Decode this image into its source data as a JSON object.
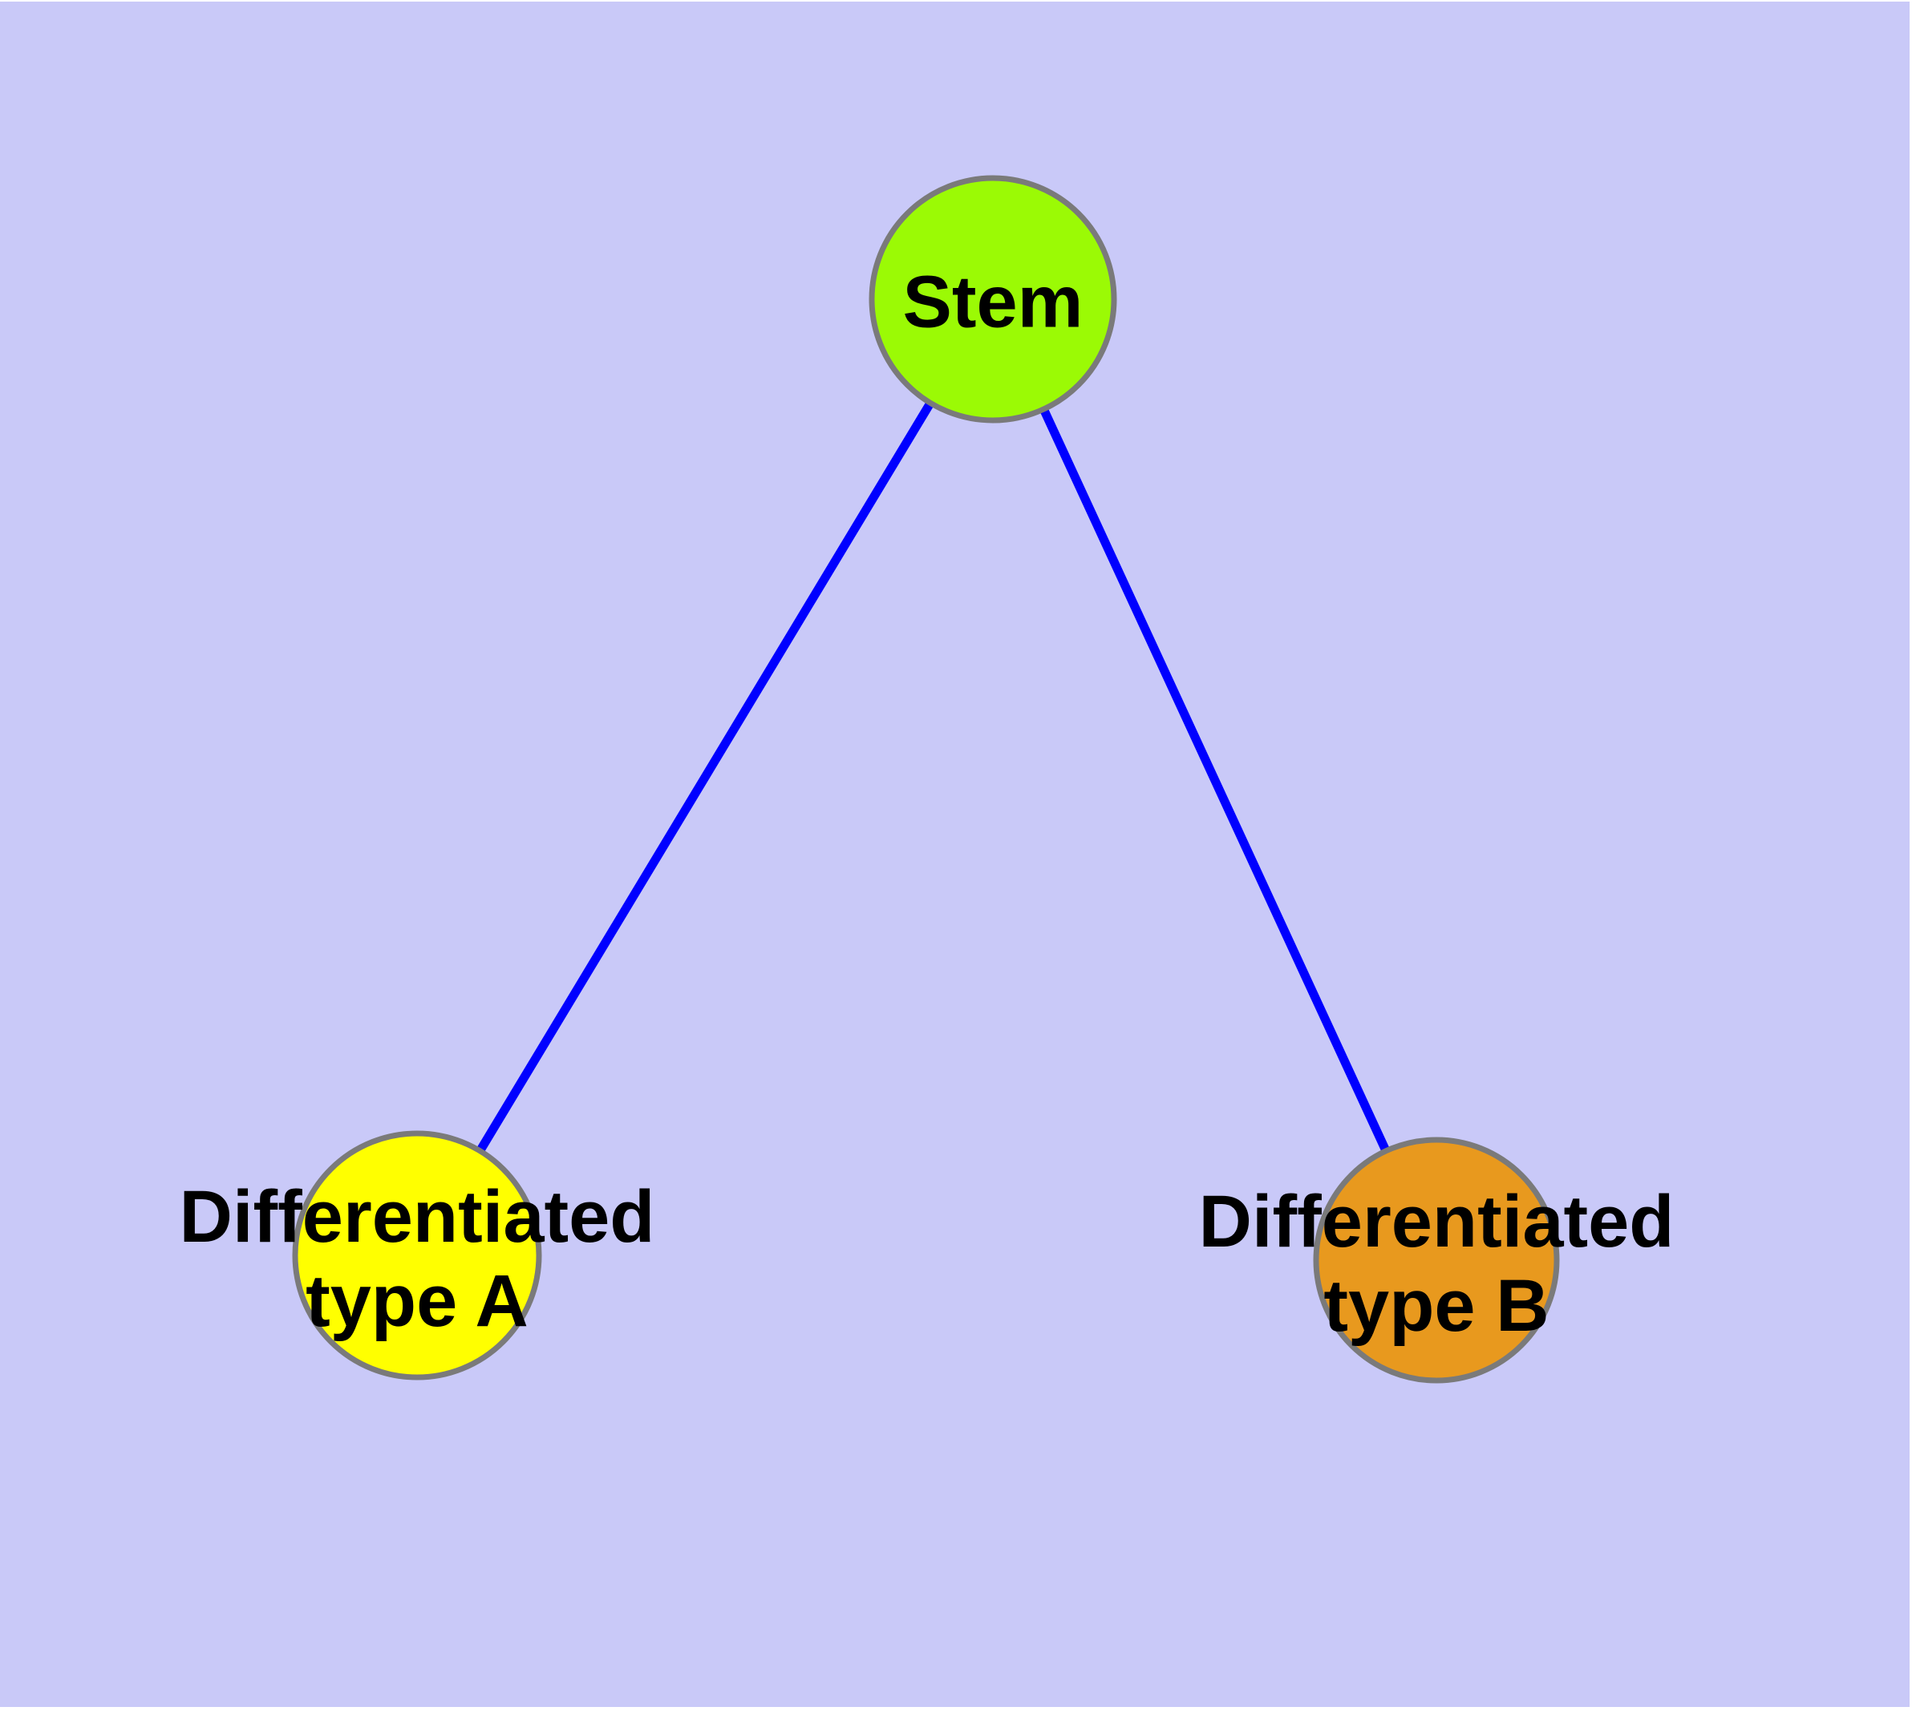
{
  "canvas": {
    "background": "#FFFFFF",
    "panel_background": "#C9C9F8"
  },
  "graph": {
    "type": "tree-diagram",
    "edge_color": "#0000FF",
    "node_border_color": "#7A7A7A",
    "label_color": "#000000",
    "nodes": [
      {
        "id": "stem",
        "label": "Stem",
        "color": "#9BFA05"
      },
      {
        "id": "type-a",
        "label": "Differentiated\ntype A",
        "color": "#FFFF00"
      },
      {
        "id": "type-b",
        "label": "Differentiated\ntype B",
        "color": "#E8991E"
      }
    ],
    "edges": [
      {
        "from": "stem",
        "to": "type-a"
      },
      {
        "from": "stem",
        "to": "type-b"
      }
    ]
  }
}
